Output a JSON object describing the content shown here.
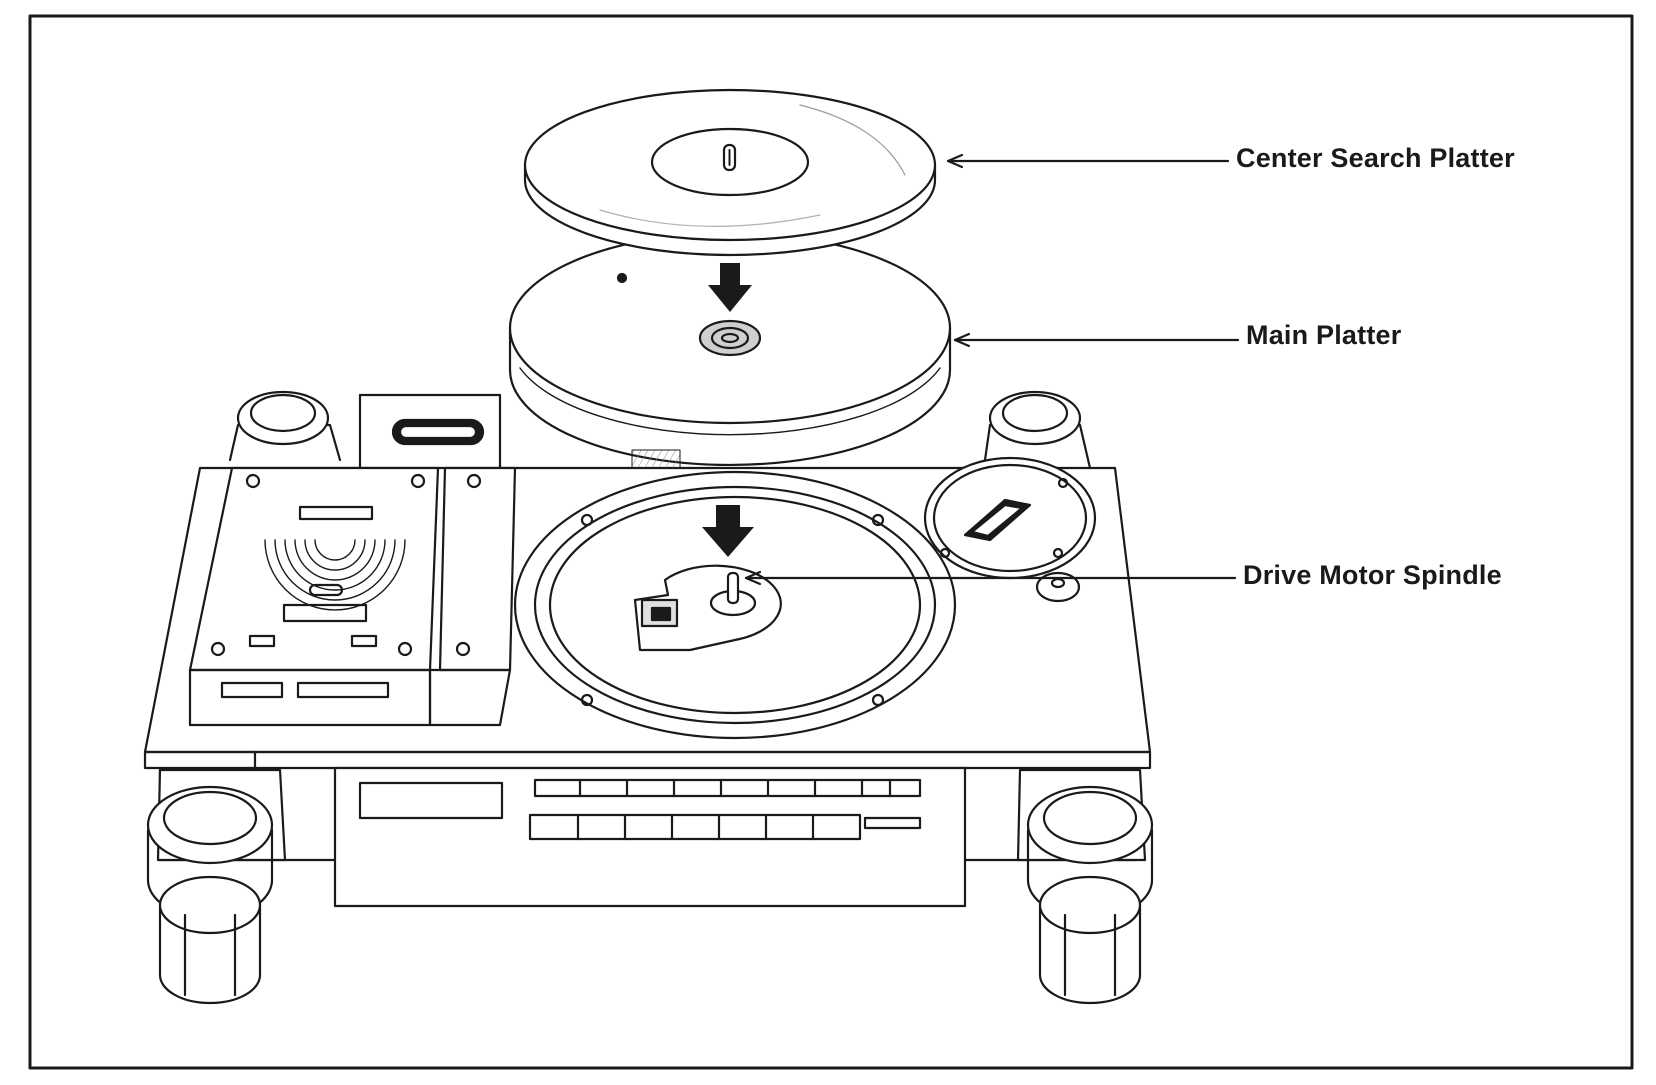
{
  "diagram": {
    "labels": {
      "center_search_platter": "Center Search Platter",
      "main_platter": "Main Platter",
      "drive_motor_spindle": "Drive Motor Spindle"
    },
    "colors": {
      "ink": "#1a1a1a",
      "paper": "#ffffff",
      "shade": "#cfcfcf"
    },
    "icons": [
      "down-arrow-icon",
      "down-arrow-icon"
    ]
  }
}
